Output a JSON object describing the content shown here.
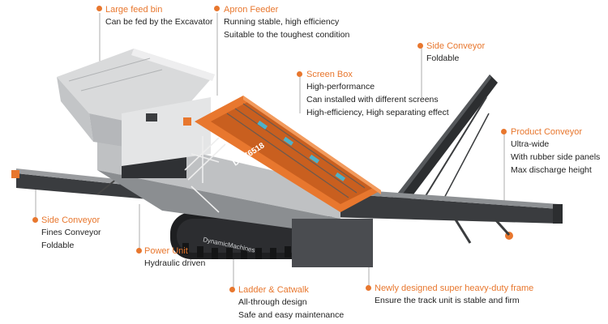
{
  "colors": {
    "accent": "#e8772e",
    "machine_light": "#d9dadb",
    "machine_mid": "#a7a9ac",
    "machine_dark": "#3f4245",
    "track": "#1e1f21"
  },
  "machine": {
    "model_label": "DMZ6518",
    "brand_label": "DynamicMachines"
  },
  "callouts": {
    "feed_bin": {
      "title": "Large feed bin",
      "lines": [
        "Can be fed by the Excavator"
      ]
    },
    "apron_feeder": {
      "title": "Apron Feeder",
      "lines": [
        "Running stable, high efficiency",
        "Suitable to the toughest condition"
      ]
    },
    "side_conveyor_right": {
      "title": "Side Conveyor",
      "lines": [
        "Foldable"
      ]
    },
    "screen_box": {
      "title": "Screen Box",
      "lines": [
        "High-performance",
        "Can installed with different screens",
        "High-efficiency, High separating effect"
      ]
    },
    "product_conveyor": {
      "title": "Product Conveyor",
      "lines": [
        "Ultra-wide",
        "With rubber side panels",
        "Max discharge height"
      ]
    },
    "side_conveyor_left": {
      "title": "Side Conveyor",
      "lines": [
        "Fines Conveyor",
        "Foldable"
      ]
    },
    "power_unit": {
      "title": "Power Unit",
      "lines": [
        "Hydraulic driven"
      ]
    },
    "ladder_catwalk": {
      "title": "Ladder & Catwalk",
      "lines": [
        "All-through design",
        "Safe and easy maintenance"
      ]
    },
    "frame": {
      "title": "Newly designed super heavy-duty frame",
      "lines": [
        "Ensure the track unit is stable and firm"
      ]
    }
  }
}
